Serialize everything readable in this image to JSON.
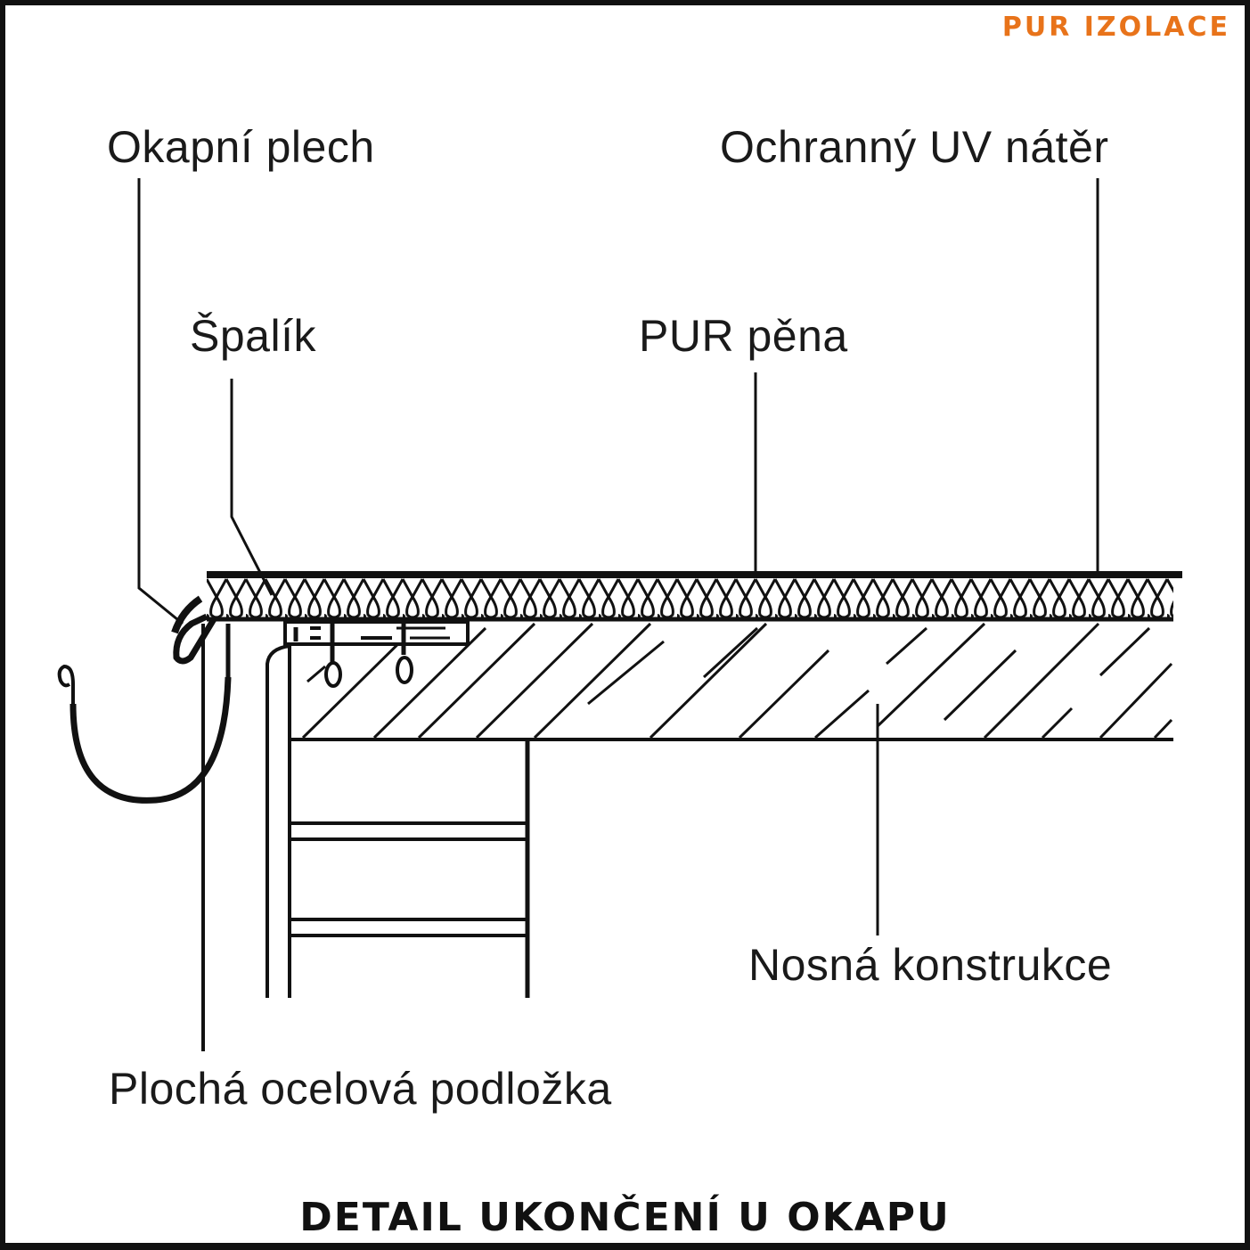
{
  "brand": {
    "text": "PUR IZOLACE",
    "color": "#e8731a"
  },
  "title": "DETAIL UKONČENÍ U OKAPU",
  "labels": {
    "okapni_plech": "Okapní plech",
    "ochranny_uv_nater": "Ochranný UV nátěr",
    "spalik": "Špalík",
    "pur_pena": "PUR pěna",
    "nosna_konstrukce": "Nosná konstrukce",
    "plocha_ocelova_podlozka": "Plochá ocelová podložka"
  },
  "colors": {
    "line": "#111111",
    "background": "#ffffff"
  }
}
